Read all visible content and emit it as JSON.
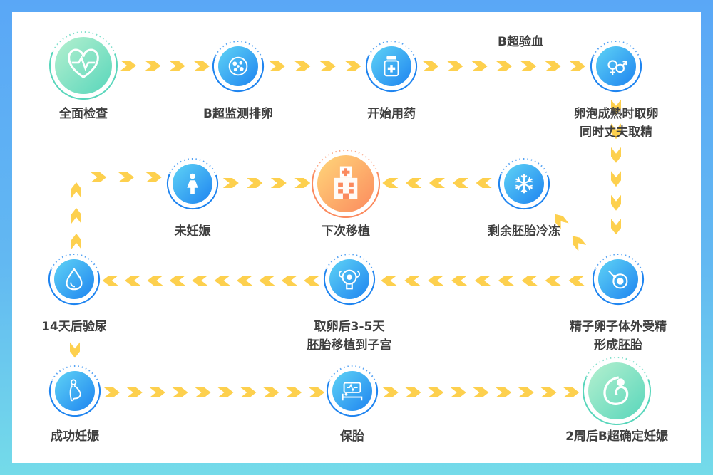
{
  "colors": {
    "arrow": "#fdd04e",
    "blue_light": "#5fd3f5",
    "blue_dark": "#1e84f0",
    "green_light": "#b5f0cf",
    "green_dark": "#58d6bb",
    "orange_light": "#ffd77a",
    "orange_dark": "#fb8a5e",
    "text": "#3f3f3f",
    "frame_top": "#5aa7f6",
    "frame_bottom": "#74dbe9"
  },
  "steps": [
    {
      "id": "full-check",
      "label": [
        "全面检查"
      ],
      "icon": "heart-pulse-icon",
      "theme": "green"
    },
    {
      "id": "b-ultrasound-ovulation",
      "label": [
        "B超监测排卵"
      ],
      "icon": "follicle-icon",
      "theme": "blue"
    },
    {
      "id": "start-medication",
      "label": [
        "开始用药"
      ],
      "icon": "medicine-bottle-icon",
      "theme": "blue"
    },
    {
      "id": "retrieve-eggs-sperm",
      "label": [
        "卵泡成熟时取卵",
        "同时丈夫取精"
      ],
      "icon": "gender-symbols-icon",
      "theme": "blue"
    },
    {
      "id": "not-pregnant",
      "label": [
        "未妊娠"
      ],
      "icon": "woman-icon",
      "theme": "blue"
    },
    {
      "id": "next-transfer",
      "label": [
        "下次移植"
      ],
      "icon": "hospital-icon",
      "theme": "orange"
    },
    {
      "id": "freeze-embryos",
      "label": [
        "剩余胚胎冷冻"
      ],
      "icon": "snowflake-icon",
      "theme": "blue"
    },
    {
      "id": "urine-test",
      "label": [
        "14天后验尿"
      ],
      "icon": "drop-icon",
      "theme": "blue"
    },
    {
      "id": "embryo-transfer",
      "label": [
        "取卵后3-5天",
        "胚胎移植到子宫"
      ],
      "icon": "uterus-icon",
      "theme": "blue"
    },
    {
      "id": "fertilization",
      "label": [
        "精子卵子体外受精",
        "形成胚胎"
      ],
      "icon": "fertilization-icon",
      "theme": "blue"
    },
    {
      "id": "pregnancy-success",
      "label": [
        "成功妊娠"
      ],
      "icon": "pregnant-woman-icon",
      "theme": "blue"
    },
    {
      "id": "pregnancy-care",
      "label": [
        "保胎"
      ],
      "icon": "hospital-bed-icon",
      "theme": "blue"
    },
    {
      "id": "confirm-pregnancy",
      "label": [
        "2周后B超确定妊娠"
      ],
      "icon": "fetus-icon",
      "theme": "green"
    }
  ],
  "annotations": {
    "b_blood": "B超验血"
  }
}
